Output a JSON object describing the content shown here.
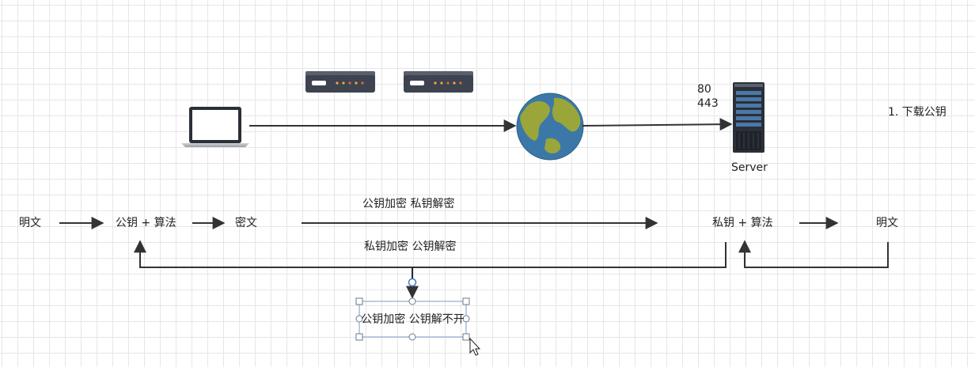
{
  "diagram": {
    "network": {
      "laptop_icon": "laptop-icon",
      "router_icons": [
        "router-icon",
        "router-icon"
      ],
      "globe_icon": "globe-icon",
      "server_icon": "server-icon",
      "server_label": "Server",
      "ports": [
        "80",
        "443"
      ],
      "step_note": "1. 下载公钥"
    },
    "flow": {
      "plain_left": "明文",
      "pub_algo": "公钥 + 算法",
      "cipher": "密文",
      "top_caption": "公钥加密  私钥解密",
      "priv_algo": "私钥 + 算法",
      "plain_right": "明文",
      "bottom_caption": "私钥加密 公钥解密"
    },
    "selected_note": {
      "text": "公钥加密 公钥解不开"
    },
    "colors": {
      "line": "#333333",
      "selection": "#7a9cc6",
      "globe_ocean": "#3b78a8",
      "globe_land": "#9aa63a",
      "device_dark": "#3e4350"
    }
  }
}
